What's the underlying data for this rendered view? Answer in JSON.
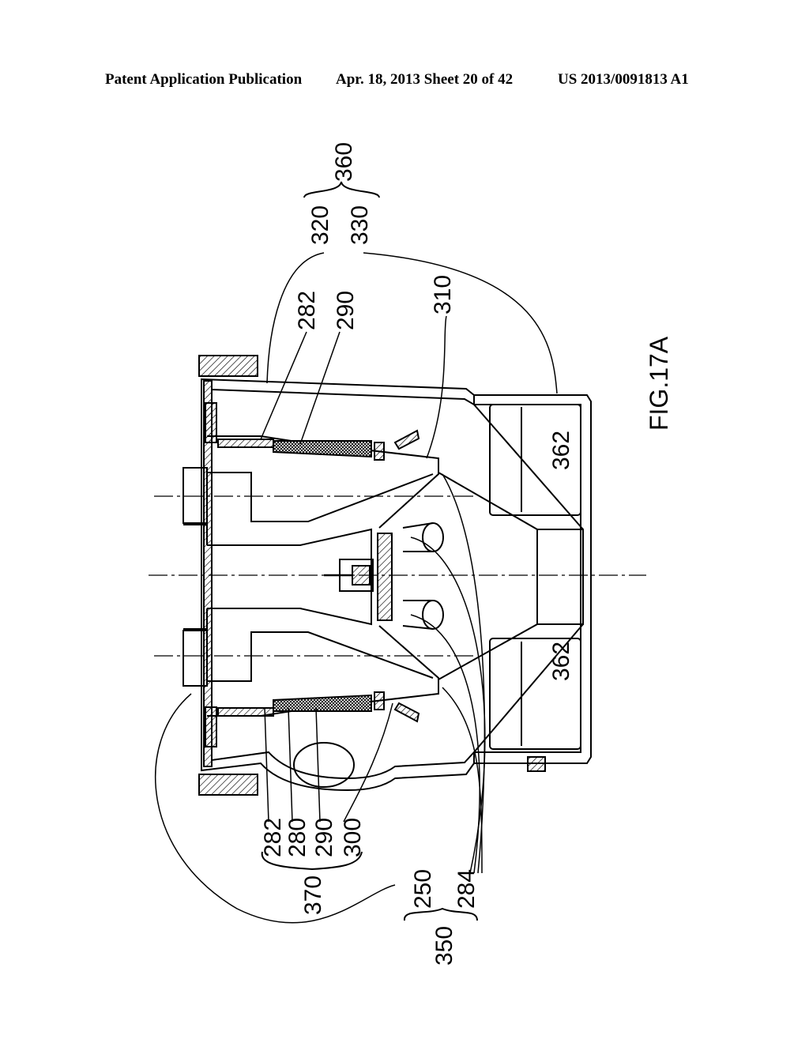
{
  "header": {
    "publication": "Patent Application Publication",
    "date_sheet": "Apr. 18, 2013  Sheet 20 of 42",
    "number": "US 2013/0091813 A1"
  },
  "figure": {
    "caption": "FIG.17A",
    "labels": {
      "l360": "360",
      "l320": "320",
      "l330": "330",
      "l282a": "282",
      "l290a": "290",
      "l310": "310",
      "l362a": "362",
      "l362b": "362",
      "l282b": "282",
      "l280": "280",
      "l290b": "290",
      "l300": "300",
      "l370": "370",
      "l250": "250",
      "l284": "284",
      "l350": "350"
    }
  }
}
